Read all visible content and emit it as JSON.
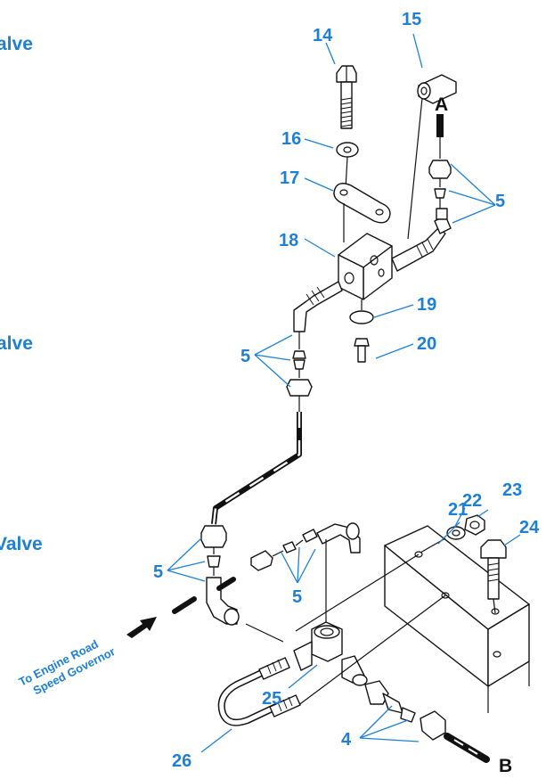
{
  "side_labels": {
    "top": "alve",
    "middle": "alve",
    "bottom": "Valve"
  },
  "callouts": {
    "c14": "14",
    "c15": "15",
    "c16": "16",
    "c17": "17",
    "c18": "18",
    "c19": "19",
    "c20": "20",
    "c21": "21",
    "c22": "22",
    "c23": "23",
    "c24": "24",
    "c25": "25",
    "c26": "26",
    "c5_upper_right": "5",
    "c5_middle_left": "5",
    "c5_lower_left": "5",
    "c5_lower_center": "5",
    "c4": "4"
  },
  "connection_letters": {
    "a": "A",
    "b": "B"
  },
  "note": {
    "line1": "To Engine Road",
    "line2": "Speed Governor"
  },
  "colors": {
    "callout": "#1e7fd6",
    "linework": "#111111"
  }
}
